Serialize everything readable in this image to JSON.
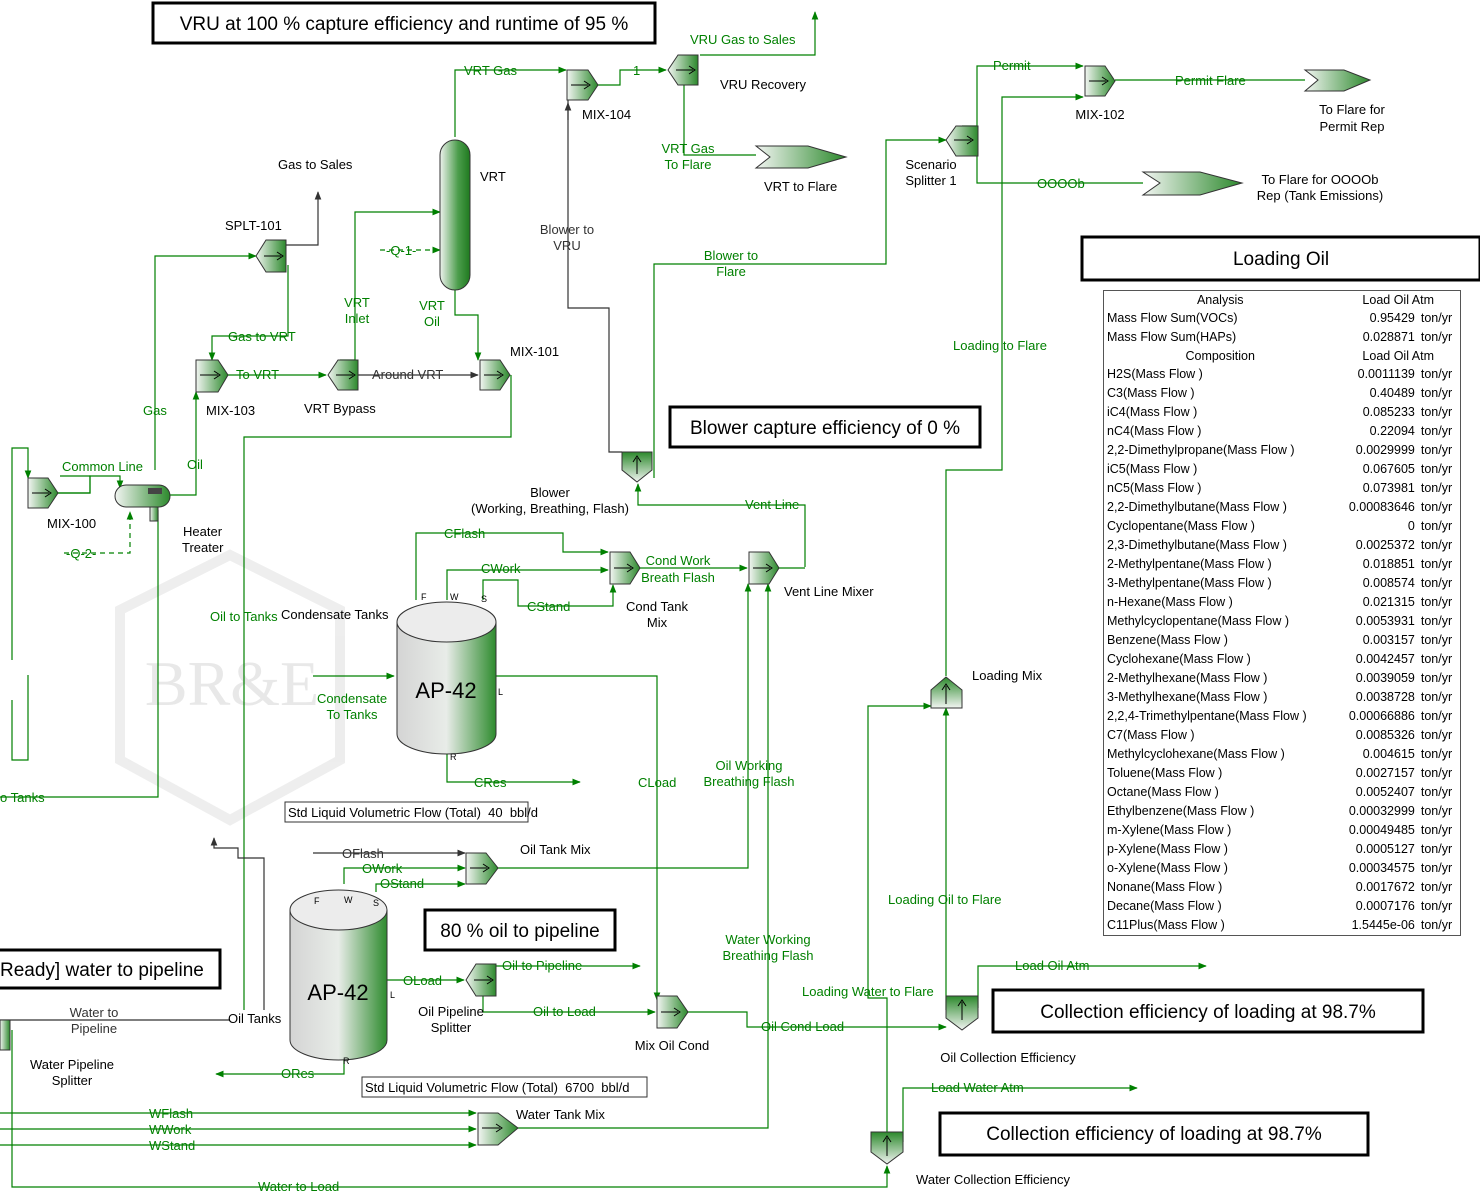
{
  "notes": {
    "vru": "VRU at 100 % capture efficiency and runtime of 95 %",
    "blower": "Blower capture efficiency of 0 %",
    "oil_pipeline": "80 % oil to pipeline",
    "water_pipeline": "Ready] water to pipeline",
    "oil_collection": "Collection efficiency of loading at 98.7%",
    "water_collection": "Collection efficiency of loading at 98.7%",
    "loading_oil": "Loading Oil"
  },
  "units": {
    "vrt": "VRT",
    "mix104": "MIX-104",
    "vru_recovery": "VRU Recovery",
    "vrt_to_flare": "VRT to Flare",
    "gas_to_sales": "Gas to Sales",
    "splt101": "SPLT-101",
    "mix103": "MIX-103",
    "vrt_bypass": "VRT Bypass",
    "mix101": "MIX-101",
    "mix100": "MIX-100",
    "heater_treater_1": "Heater",
    "heater_treater_2": "Treater",
    "blower_1": "Blower",
    "blower_2": "(Working, Breathing, Flash)",
    "cond_tanks": "Condensate Tanks",
    "cond_tank_mix_1": "Cond Tank",
    "cond_tank_mix_2": "Mix",
    "vent_line_mixer": "Vent Line Mixer",
    "ap42_1": "AP-42",
    "ap42_2": "AP-42",
    "oil_tank_mix": "Oil Tank Mix",
    "oil_tanks": "Oil Tanks",
    "oil_pipeline_splitter_1": "Oil Pipeline",
    "oil_pipeline_splitter_2": "Splitter",
    "mix_oil_cond": "Mix Oil Cond",
    "water_pipeline_splitter_1": "Water Pipeline",
    "water_pipeline_splitter_2": "Splitter",
    "water_tank_mix": "Water Tank Mix",
    "water_collection": "Water Collection Efficiency",
    "oil_collection": "Oil Collection Efficiency",
    "loading_mix": "Loading Mix",
    "mix102": "MIX-102",
    "scenario_splitter_1": "Scenario",
    "scenario_splitter_2": "Splitter 1",
    "to_flare_permit_1": "To Flare for",
    "to_flare_permit_2": "Permit Rep",
    "to_flare_oooob_1": "To Flare for OOOOb",
    "to_flare_oooob_2": "Rep (Tank Emissions)",
    "watermark": "BR&E"
  },
  "streams": {
    "vrt_gas": "VRT Gas",
    "one": "1",
    "vru_gas_to_sales": "VRU Gas to Sales",
    "vrt_gas_to_flare_1": "VRT Gas",
    "vrt_gas_to_flare_2": "To Flare",
    "q1": "-Q-1-",
    "vrt_inlet_1": "VRT",
    "vrt_inlet_2": "Inlet",
    "vrt_oil_1": "VRT",
    "vrt_oil_2": "Oil",
    "gas_to_vrt": "Gas to VRT",
    "to_vrt": "To VRT",
    "around_vrt": "Around VRT",
    "gas": "Gas",
    "oil": "Oil",
    "common_line": "Common Line",
    "q2": "-Q-2-",
    "oil_to_tanks": "Oil to Tanks",
    "to_tanks": "o Tanks",
    "blower_to_vru_1": "Blower to",
    "blower_to_vru_2": "VRU",
    "blower_to_flare_1": "Blower to",
    "blower_to_flare_2": "Flare",
    "vent_line": "Vent Line",
    "cflash": "CFlash",
    "cwork": "CWork",
    "cstand": "CStand",
    "cond_work_1": "Cond Work",
    "cond_work_2": "Breath Flash",
    "condensate_to_tanks_1": "Condensate",
    "condensate_to_tanks_2": "To Tanks",
    "cres": "CRes",
    "cload": "CLoad",
    "oil_wbf_1": "Oil Working",
    "oil_wbf_2": "Breathing Flash",
    "oflash": "OFlash",
    "owork": "OWork",
    "ostand": "OStand",
    "oload": "OLoad",
    "oil_to_pipeline": "Oil to Pipeline",
    "oil_to_load": "Oil to Load",
    "oil_cond_load": "Oil Cond Load",
    "ores": "ORes",
    "water_wbf_1": "Water Working",
    "water_wbf_2": "Breathing Flash",
    "water_to_pipeline_1": "Water to",
    "water_to_pipeline_2": "Pipeline",
    "wflash": "WFlash",
    "wwork": "WWork",
    "wstand": "WStand",
    "water_to_load": "Water to Load",
    "loading_water_to_flare": "Loading Water to Flare",
    "load_water_atm": "Load Water Atm",
    "loading_oil_to_flare": "Loading Oil to Flare",
    "load_oil_atm": "Load Oil Atm",
    "loading_to_flare": "Loading to Flare",
    "permit": "Permit",
    "permit_flare": "Permit Flare",
    "oooob": "OOOOb",
    "f": "F",
    "w": "W",
    "s": "S",
    "l": "L",
    "r": "R"
  },
  "tank_tables": {
    "cond": "Std Liquid Volumetric Flow (Total)  40  bbl/d",
    "oil": "Std Liquid Volumetric Flow (Total)  6700  bbl/d"
  },
  "loading_table": {
    "analysis_header": "Analysis",
    "col_header": "Load Oil Atm",
    "summary": [
      {
        "name": "Mass Flow  Sum(VOCs)",
        "value": "0.95429",
        "unit": "ton/yr"
      },
      {
        "name": "Mass Flow  Sum(HAPs)",
        "value": "0.028871",
        "unit": "ton/yr"
      }
    ],
    "composition_header": "Composition",
    "composition_col_header": "Load Oil Atm",
    "rows": [
      {
        "name": "H2S(Mass Flow )",
        "value": "0.0011139",
        "unit": "ton/yr"
      },
      {
        "name": "C3(Mass Flow )",
        "value": "0.40489",
        "unit": "ton/yr"
      },
      {
        "name": "iC4(Mass Flow )",
        "value": "0.085233",
        "unit": "ton/yr"
      },
      {
        "name": "nC4(Mass Flow )",
        "value": "0.22094",
        "unit": "ton/yr"
      },
      {
        "name": "2,2-Dimethylpropane(Mass Flow )",
        "value": "0.0029999",
        "unit": "ton/yr"
      },
      {
        "name": "iC5(Mass Flow )",
        "value": "0.067605",
        "unit": "ton/yr"
      },
      {
        "name": "nC5(Mass Flow )",
        "value": "0.073981",
        "unit": "ton/yr"
      },
      {
        "name": "2,2-Dimethylbutane(Mass Flow )",
        "value": "0.00083646",
        "unit": "ton/yr"
      },
      {
        "name": "Cyclopentane(Mass Flow )",
        "value": "0",
        "unit": "ton/yr"
      },
      {
        "name": "2,3-Dimethylbutane(Mass Flow )",
        "value": "0.0025372",
        "unit": "ton/yr"
      },
      {
        "name": "2-Methylpentane(Mass Flow )",
        "value": "0.018851",
        "unit": "ton/yr"
      },
      {
        "name": "3-Methylpentane(Mass Flow )",
        "value": "0.008574",
        "unit": "ton/yr"
      },
      {
        "name": "n-Hexane(Mass Flow )",
        "value": "0.021315",
        "unit": "ton/yr"
      },
      {
        "name": "Methylcyclopentane(Mass Flow )",
        "value": "0.0053931",
        "unit": "ton/yr"
      },
      {
        "name": "Benzene(Mass Flow )",
        "value": "0.003157",
        "unit": "ton/yr"
      },
      {
        "name": "Cyclohexane(Mass Flow )",
        "value": "0.0042457",
        "unit": "ton/yr"
      },
      {
        "name": "2-Methylhexane(Mass Flow )",
        "value": "0.0039059",
        "unit": "ton/yr"
      },
      {
        "name": "3-Methylhexane(Mass Flow )",
        "value": "0.0038728",
        "unit": "ton/yr"
      },
      {
        "name": "2,2,4-Trimethylpentane(Mass Flow )",
        "value": "0.00066886",
        "unit": "ton/yr"
      },
      {
        "name": "C7(Mass Flow )",
        "value": "0.0085326",
        "unit": "ton/yr"
      },
      {
        "name": "Methylcyclohexane(Mass Flow )",
        "value": "0.004615",
        "unit": "ton/yr"
      },
      {
        "name": "Toluene(Mass Flow )",
        "value": "0.0027157",
        "unit": "ton/yr"
      },
      {
        "name": "Octane(Mass Flow )",
        "value": "0.0052407",
        "unit": "ton/yr"
      },
      {
        "name": "Ethylbenzene(Mass Flow )",
        "value": "0.00032999",
        "unit": "ton/yr"
      },
      {
        "name": "m-Xylene(Mass Flow )",
        "value": "0.00049485",
        "unit": "ton/yr"
      },
      {
        "name": "p-Xylene(Mass Flow )",
        "value": "0.0005127",
        "unit": "ton/yr"
      },
      {
        "name": "o-Xylene(Mass Flow )",
        "value": "0.00034575",
        "unit": "ton/yr"
      },
      {
        "name": "Nonane(Mass Flow )",
        "value": "0.0017672",
        "unit": "ton/yr"
      },
      {
        "name": "Decane(Mass Flow )",
        "value": "0.0007176",
        "unit": "ton/yr"
      },
      {
        "name": "C11Plus(Mass Flow )",
        "value": "1.5445e-06",
        "unit": "ton/yr"
      }
    ]
  },
  "colors": {
    "stream": "#008000",
    "energy": "#008000",
    "gas_line": "#333333",
    "unit_light": "#e9efe9",
    "unit_dark": "#2f8a2f",
    "watermark": "#ececec"
  }
}
